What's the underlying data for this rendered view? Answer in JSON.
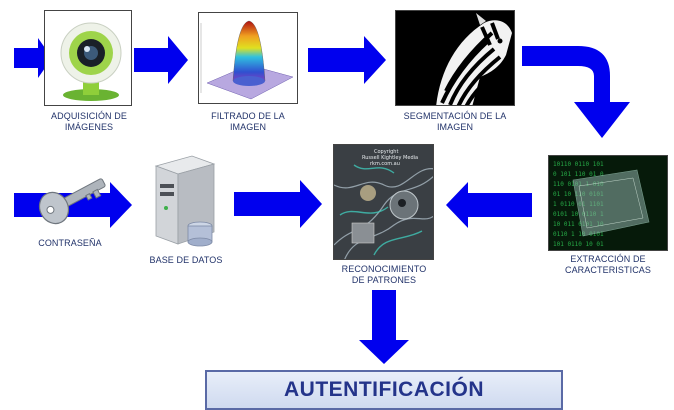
{
  "steps": {
    "adquisicion": {
      "line1": "ADQUISICIÓN DE",
      "line2": "IMÁGENES"
    },
    "filtrado": {
      "line1": "FILTRADO DE LA",
      "line2": "IMAGEN"
    },
    "segmentacion": {
      "line1": "SEGMENTACIÓN DE LA",
      "line2": "IMAGEN"
    },
    "extraccion": {
      "line1": "EXTRACCIÓN DE",
      "line2": "CARACTERISTICAS"
    },
    "reconocimiento": {
      "line1": "RECONOCIMIENTO",
      "line2": "DE PATRONES"
    },
    "base_datos": {
      "label": "BASE DE DATOS"
    },
    "contrasena": {
      "label": "CONTRASEÑA"
    }
  },
  "result": {
    "label": "AUTENTIFICACIÓN"
  },
  "colors": {
    "arrow": "#0000ee",
    "caption": "#22336a",
    "result_text": "#24348a"
  }
}
